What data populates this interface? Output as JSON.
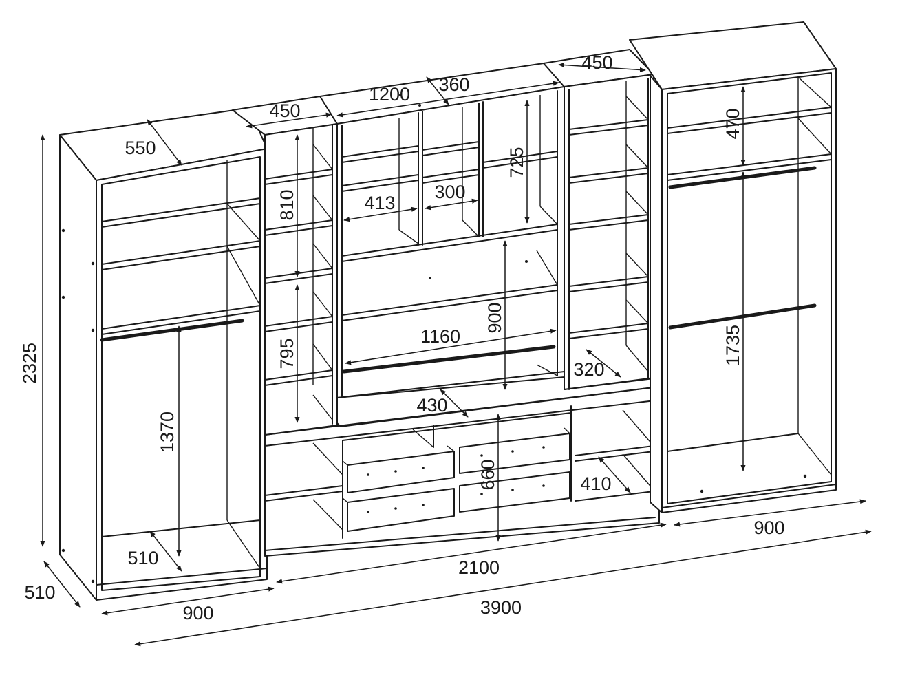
{
  "drawing": {
    "colors": {
      "ink": "#1a1a1a",
      "background": "#ffffff"
    },
    "dimensions": {
      "total_height": "2325",
      "total_width": "3900",
      "total_depth": "510",
      "left_width": "900",
      "left_depth": "550",
      "left_inner_depth": "510",
      "left_hang_height": "1370",
      "middle_width": "2100",
      "tall_tower_depth": "450",
      "tall_shelf_upper": "810",
      "tall_shelf_lower": "795",
      "center_span": "1200",
      "center_niche_depth": "360",
      "center_niche_left": "413",
      "center_niche_mid": "300",
      "center_niche_height": "725",
      "tv_width": "1160",
      "tv_height": "900",
      "base_depth": "430",
      "drawer_height": "660",
      "right_tower_depth": "450",
      "right_tower_shelf": "320",
      "right_base_shelf": "410",
      "right_width": "900",
      "right_top_shelf": "470",
      "right_hang_height": "1735"
    }
  }
}
